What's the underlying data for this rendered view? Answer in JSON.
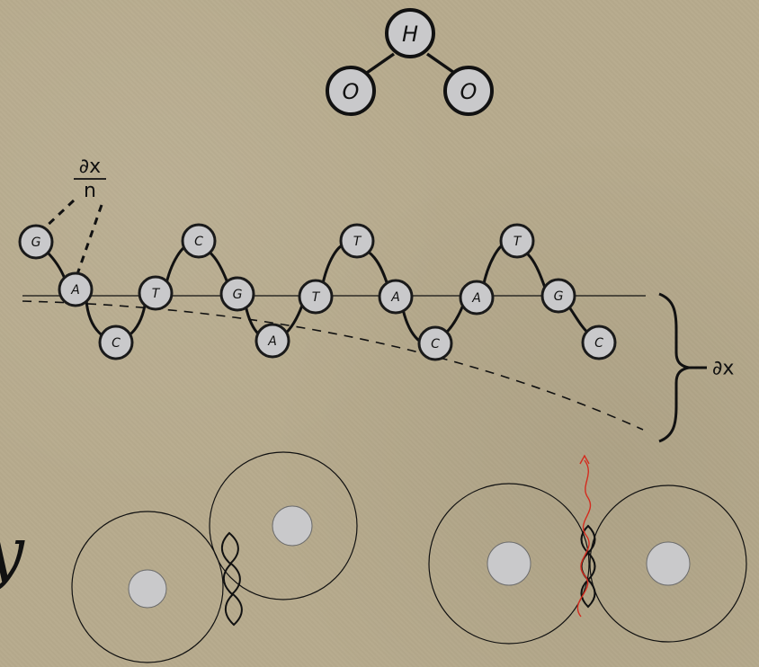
{
  "molecule": {
    "center_atom": "H",
    "left_atom": "O",
    "right_atom": "O"
  },
  "fraction": {
    "numerator": "∂x",
    "denominator": "n"
  },
  "strand": {
    "upper_bases": [
      "G",
      "C",
      "T",
      "T"
    ],
    "middle_bases": [
      "A",
      "T",
      "G",
      "T",
      "A",
      "A",
      "G"
    ],
    "lower_bases": [
      "C",
      "A",
      "C",
      "C"
    ]
  },
  "brace_label": "∂x",
  "edge_glyph": "y"
}
